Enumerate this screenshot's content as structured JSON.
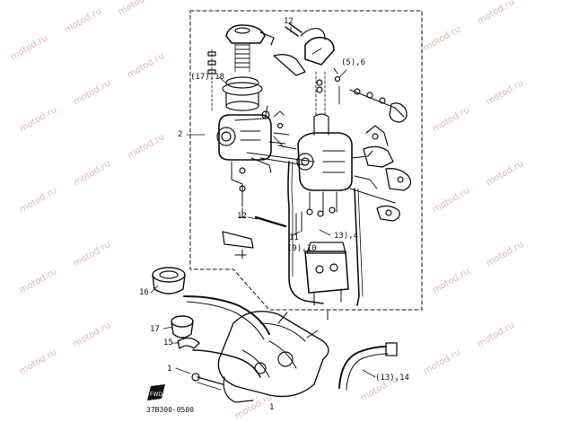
{
  "diagram": {
    "type": "exploded-parts-diagram",
    "line_color": "#111111",
    "watermark_color": "#e5b5b5",
    "callouts": {
      "c_2": "2",
      "c_12_top": "12",
      "c_17_18": "(17),18",
      "c_5_6": "(5),6",
      "c_12_mid": "12",
      "c_11": "11",
      "c_9_10": "(9),10",
      "c_13_4": "13),4",
      "c_16": "16",
      "c_17": "17",
      "c_15": "15",
      "c_1_mid": "1",
      "c_1_bot": "1",
      "c_13_14": "(13),14"
    },
    "part_code": "37B300-0500",
    "front_badge": "FWD",
    "watermark_text": "motod.ru"
  }
}
